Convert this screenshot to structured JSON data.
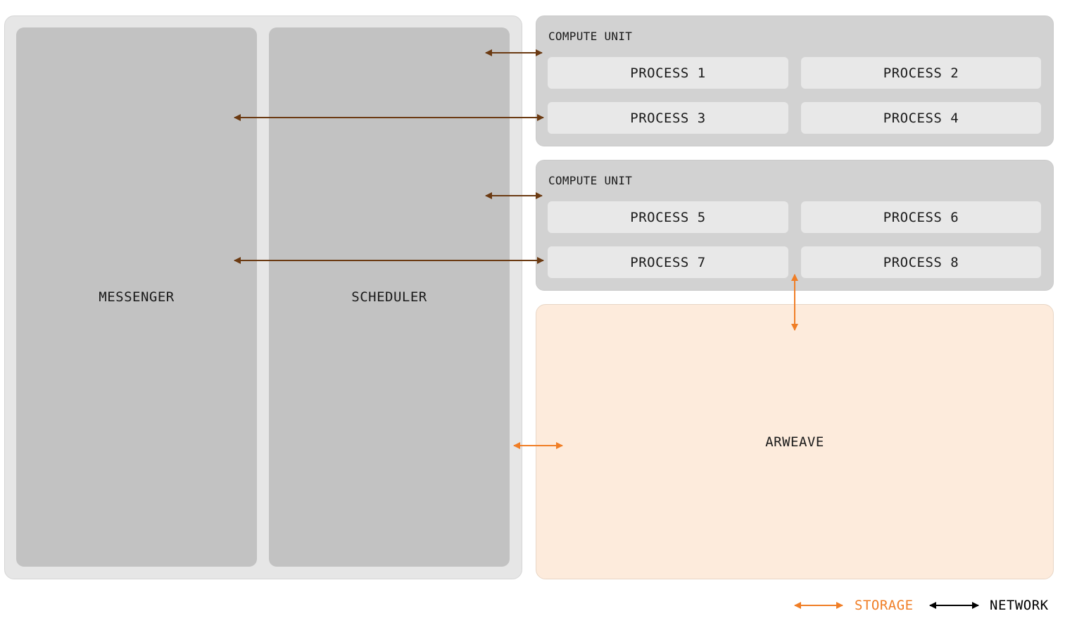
{
  "colors": {
    "network_arrow": "#6b3a12",
    "storage_arrow": "#f07e26",
    "legend_network": "#000000",
    "arweave_fill": "#fdebdc"
  },
  "left_panel": {
    "messenger": "MESSENGER",
    "scheduler": "SCHEDULER"
  },
  "compute_units": [
    {
      "title": "COMPUTE UNIT",
      "processes": [
        "PROCESS 1",
        "PROCESS 2",
        "PROCESS 3",
        "PROCESS 4"
      ]
    },
    {
      "title": "COMPUTE UNIT",
      "processes": [
        "PROCESS 5",
        "PROCESS 6",
        "PROCESS 7",
        "PROCESS 8"
      ]
    }
  ],
  "arweave": "ARWEAVE",
  "legend": {
    "storage": "STORAGE",
    "network": "NETWORK"
  }
}
